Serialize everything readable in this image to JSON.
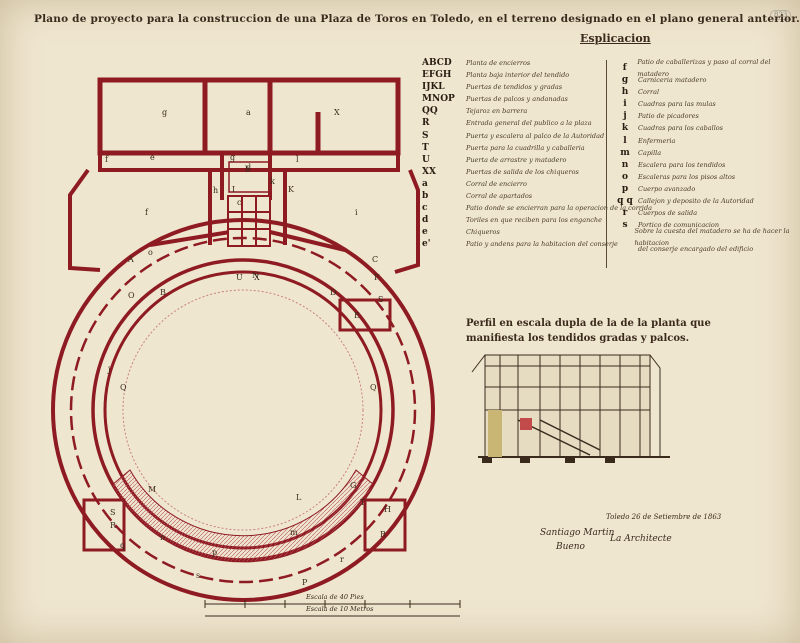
{
  "title": "Plano de proyecto para la construccion de una Plaza de Toros en Toledo, en el terreno designado en el plano general anterior.",
  "explanation_heading": "Esplicacion",
  "legend_left": [
    {
      "key": "ABCD",
      "text": "Planta de encierros"
    },
    {
      "key": "EFGH",
      "text": "Planta baja interior del tendido"
    },
    {
      "key": "IJKL",
      "text": "Puertas de tendidos y gradas"
    },
    {
      "key": "MNOP",
      "text": "Puertas de palcos y andanadas"
    },
    {
      "key": "QQ",
      "text": "Tejaroz en barrera"
    },
    {
      "key": "R",
      "text": "Entrada general del publico a la plaza"
    },
    {
      "key": "S",
      "text": "Puerta y escalera al palco de la Autoridad"
    },
    {
      "key": "T",
      "text": "Puerta para la cuadrilla y caballeria"
    },
    {
      "key": "U",
      "text": "Puerta de arrastre y matadero"
    },
    {
      "key": "XX",
      "text": "Puertas de salida de los chiqueros"
    },
    {
      "key": "a",
      "text": "Corral de encierro"
    },
    {
      "key": "b",
      "text": "Corral de apartados"
    },
    {
      "key": "c",
      "text": "Patio donde se encierran para la operacion de la corrida"
    },
    {
      "key": "d",
      "text": "Toriles en que reciben para los enganche"
    },
    {
      "key": "e",
      "text": "Chiqueros"
    },
    {
      "key": "e'",
      "text": "Patio y andens para la habitacion del conserje"
    }
  ],
  "legend_right": [
    {
      "key": "f",
      "text": "Patio de caballerizas y paso al corral del matadero"
    },
    {
      "key": "g",
      "text": "Carniceria matadero"
    },
    {
      "key": "h",
      "text": "Corral"
    },
    {
      "key": "i",
      "text": "Cuadras para las mulas"
    },
    {
      "key": "j",
      "text": "Patio de picadores"
    },
    {
      "key": "k",
      "text": "Cuadras para los caballos"
    },
    {
      "key": "l",
      "text": "Enfermeria"
    },
    {
      "key": "m",
      "text": "Capilla"
    },
    {
      "key": "n",
      "text": "Escalera para los tendidos"
    },
    {
      "key": "o",
      "text": "Escaleras para los pisos altos"
    },
    {
      "key": "p",
      "text": "Cuerpo avanzado"
    },
    {
      "key": "q q",
      "text": "Callejon y deposito de la Autoridad"
    },
    {
      "key": "r",
      "text": "Cuerpos de salida"
    },
    {
      "key": "s",
      "text": "Portico de comunicacion"
    },
    {
      "key": "",
      "text": "Sobre la cuesta del matadero se ha de hacer la habitacion"
    },
    {
      "key": "",
      "text": "del conserje encargado del edificio"
    }
  ],
  "profile_title": "Perfil en escala dupla de la de la planta que manifiesta los tendidos gradas y palcos.",
  "date_line": "Toledo 26 de Setiembre de 1863",
  "signatures": [
    "Santiago Martin",
    "Bueno",
    "La Architecte"
  ],
  "scale_labels": [
    "Escala de 40 Pies",
    "Escala de 10 Metros"
  ],
  "archive_stamp": "823",
  "plan_labels": [
    "A",
    "B",
    "C",
    "D",
    "E",
    "F",
    "G",
    "H",
    "I",
    "K",
    "L",
    "M",
    "N",
    "O",
    "P",
    "Q",
    "Q",
    "R",
    "R",
    "S",
    "T",
    "U",
    "X",
    "X",
    "a",
    "b",
    "c",
    "d",
    "e",
    "f",
    "f",
    "g",
    "g",
    "h",
    "i",
    "j",
    "k",
    "l",
    "m",
    "n",
    "o",
    "p",
    "q",
    "r",
    "s",
    "S"
  ]
}
